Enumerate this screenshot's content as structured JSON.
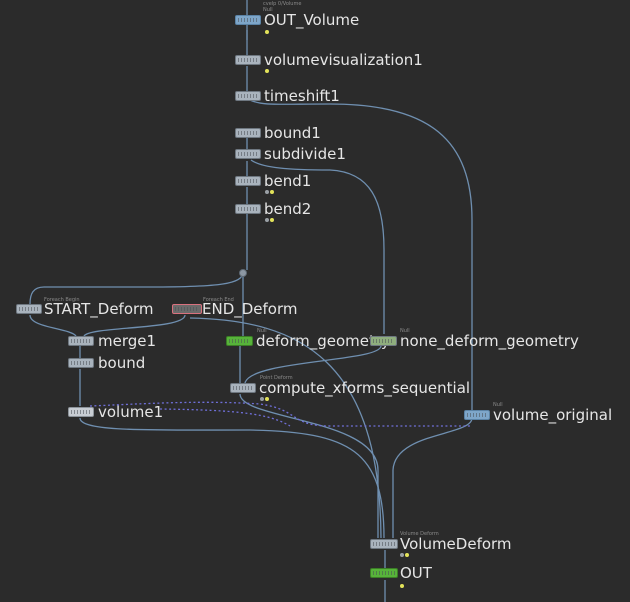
{
  "colors": {
    "background": "#2b2b2b",
    "wire": "#6f8fb0",
    "dotted_wire": "#6f6fd8",
    "label": "#e6e6e6",
    "flag_yellow": "#e3e35a",
    "flag_green": "#79d36b",
    "node_green": "#57b33a",
    "node_blue": "#7ea6c9",
    "node_gray": "#a9b3bd",
    "bypass_red": "#d9717e"
  },
  "nodes": {
    "out_volume": {
      "label": "OUT_Volume",
      "comment": "cvelp 0/Volume",
      "comment2": "Null",
      "style": "blue",
      "icon": "null-node-icon"
    },
    "volumevisualization1": {
      "label": "volumevisualization1",
      "style": "gray",
      "icon": "volume-visualization-icon"
    },
    "timeshift1": {
      "label": "timeshift1",
      "style": "gray",
      "icon": "timeshift-icon"
    },
    "bound1": {
      "label": "bound1",
      "style": "gray",
      "icon": "bound-icon"
    },
    "subdivide1": {
      "label": "subdivide1",
      "style": "gray",
      "icon": "subdivide-icon"
    },
    "bend1": {
      "label": "bend1",
      "style": "gray",
      "icon": "bend-icon"
    },
    "bend2": {
      "label": "bend2",
      "style": "gray",
      "icon": "bend-icon"
    },
    "start_deform": {
      "label": "START_Deform",
      "comment": "Foreach Begin",
      "style": "gray",
      "icon": "foreach-begin-icon"
    },
    "end_deform": {
      "label": "END_Deform",
      "comment": "Foreach End",
      "style": "red",
      "icon": "foreach-end-icon"
    },
    "merge1": {
      "label": "merge1",
      "style": "gray",
      "icon": "merge-icon"
    },
    "bound": {
      "label": "bound",
      "style": "gray",
      "icon": "bound-icon"
    },
    "volume1": {
      "label": "volume1",
      "style": "light",
      "icon": "volume-icon"
    },
    "deform_geometry": {
      "label": "deform_geometry",
      "comment": "Null",
      "style": "green",
      "icon": "null-node-icon"
    },
    "none_deform_geometry": {
      "label": "none_deform_geometry",
      "comment": "Null",
      "style": "gray",
      "icon": "null-node-icon"
    },
    "compute_xforms_sequential": {
      "label": "compute_xforms_sequential",
      "comment": "Point Deform",
      "style": "gray",
      "icon": "point-deform-icon"
    },
    "volume_original": {
      "label": "volume_original",
      "comment": "Null",
      "style": "blue",
      "icon": "null-node-icon"
    },
    "volumedeform": {
      "label": "VolumeDeform",
      "comment": "Volume Deform",
      "style": "gray",
      "icon": "volume-deform-icon"
    },
    "out": {
      "label": "OUT",
      "style": "green",
      "icon": "output-icon"
    }
  }
}
